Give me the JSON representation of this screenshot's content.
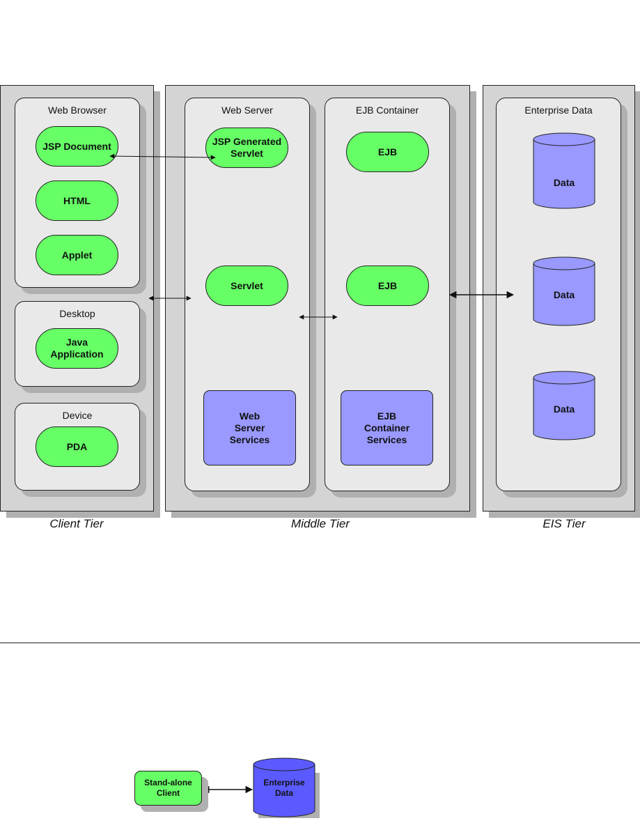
{
  "tiers": {
    "client": {
      "label": "Client Tier"
    },
    "middle": {
      "label": "Middle Tier"
    },
    "eis": {
      "label": "EIS Tier"
    }
  },
  "groups": {
    "web_browser": {
      "title": "Web Browser",
      "items": [
        "JSP Document",
        "HTML",
        "Applet"
      ]
    },
    "desktop": {
      "title": "Desktop",
      "items": [
        "Java Application"
      ]
    },
    "device": {
      "title": "Device",
      "items": [
        "PDA"
      ]
    },
    "web_server": {
      "title": "Web Server",
      "items": [
        "JSP Generated Servlet",
        "Servlet"
      ],
      "services": "Web Server Services"
    },
    "ejb_container": {
      "title": "EJB Container",
      "items": [
        "EJB",
        "EJB"
      ],
      "services": "EJB Container Services"
    },
    "enterprise_data": {
      "title": "Enterprise Data",
      "items": [
        "Data",
        "Data",
        "Data"
      ]
    }
  },
  "standalone": {
    "client": "Stand-alone Client",
    "data": "Enterprise Data"
  },
  "colors": {
    "component": "#66ff66",
    "service": "#9999ff",
    "data_dark": "#5a5aff",
    "tier_bg": "#d4d4d4",
    "group_bg": "#e9e9e9"
  }
}
